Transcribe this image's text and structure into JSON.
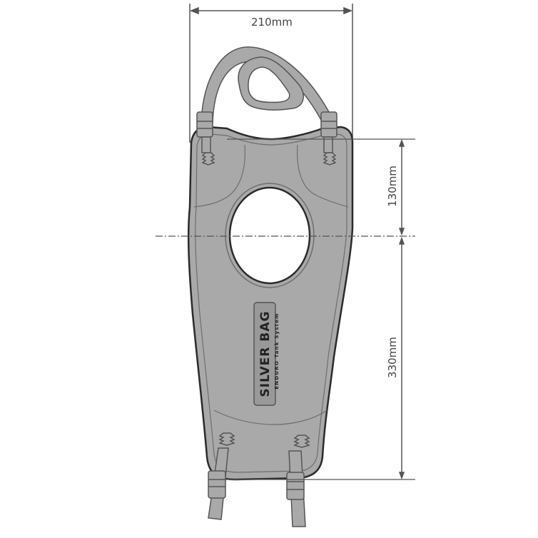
{
  "diagram": {
    "type": "technical dimension drawing",
    "subject": "tank bag base plate with straps",
    "colors": {
      "body_fill": "#a9a9a9",
      "outline": "#2b2b2b",
      "inner_line": "#6e6e6e",
      "dimension_line": "#555555",
      "background": "#ffffff"
    }
  },
  "dimensions": {
    "width": {
      "label": "210mm"
    },
    "upper_height": {
      "label": "130mm"
    },
    "lower_height": {
      "label": "330mm"
    }
  },
  "logo": {
    "title": "SILVER BAG",
    "subtitle": "ENDURO Tank System"
  }
}
